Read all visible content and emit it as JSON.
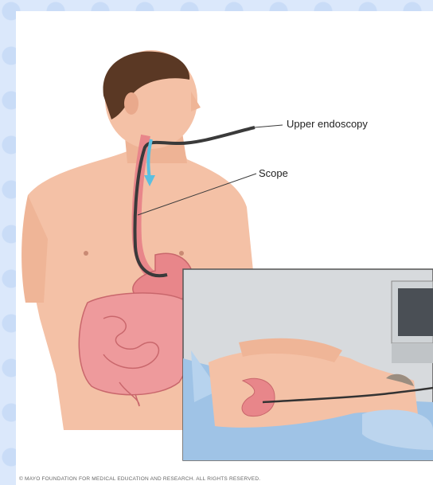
{
  "labels": {
    "upper_endoscopy": "Upper endoscopy",
    "scope": "Scope"
  },
  "copyright": "© MAYO FOUNDATION FOR MEDICAL EDUCATION AND RESEARCH. ALL RIGHTS RESERVED.",
  "colors": {
    "background": "#dbe8fb",
    "skin": "#f4c1a6",
    "hair": "#5a3824",
    "organ": "#e8868a",
    "scope": "#3a3a3a",
    "arrow": "#5bbfe0",
    "inset_bg": "#d7dadd",
    "sheet": "#9fc3e6"
  }
}
